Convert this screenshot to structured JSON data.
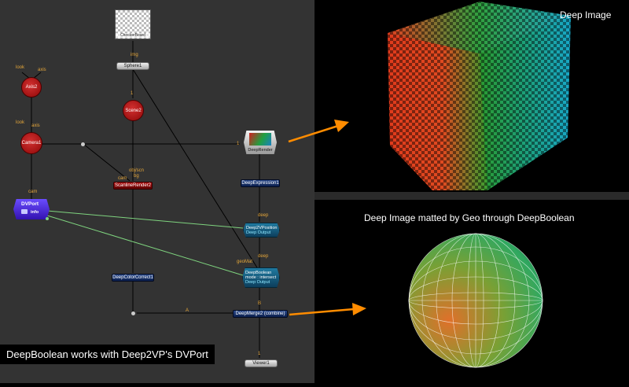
{
  "caption": "DeepBoolean works with Deep2VP's DVPort",
  "panels": {
    "top_title": "Deep Image",
    "bottom_title": "Deep Image matted by Geo through DeepBoolean"
  },
  "nodes": {
    "checker": "CheckerBoard",
    "sphere": "Sphere1",
    "axis": "Axis2",
    "scene": "Scene2",
    "camera": "Camera1",
    "deeprender": "DeepRender",
    "scanline": "ScanlineRender2",
    "deepexpression": "DeepExpression1",
    "dvport_title": "DVPort",
    "dvport_info": "info",
    "deep2vp_title": "Deep2VPosition",
    "deep2vp_sub": "Deep Output",
    "deepboolean_title": "DeepBoolean",
    "deepboolean_mode": "mode : intersect",
    "deepboolean_sub": "Deep Output",
    "deepcolorcorrect": "DeepColorCorrect1",
    "deepmerge": "DeepMerge2 (combine)",
    "viewer": "Viewer1"
  },
  "labels": {
    "img": "img",
    "look_axis": "look",
    "axis_axis": "axis",
    "look_cam": "look",
    "axis_cam": "axis",
    "scene_one": "1",
    "one_render": "1",
    "obj_scn": "obj/scn",
    "bg": "bg",
    "cam_scanline": "cam",
    "cam_dvport": "cam",
    "deep1": "deep",
    "deep2": "deep",
    "geomat": "geoMat",
    "a_label": "A",
    "b_label": "B",
    "one_viewer": "1"
  },
  "colors": {
    "graph_bg": "#333333",
    "wire": "#000000",
    "green_wire": "#7fd47f",
    "arrow": "#ff8c00",
    "label": "#e3a53a"
  }
}
